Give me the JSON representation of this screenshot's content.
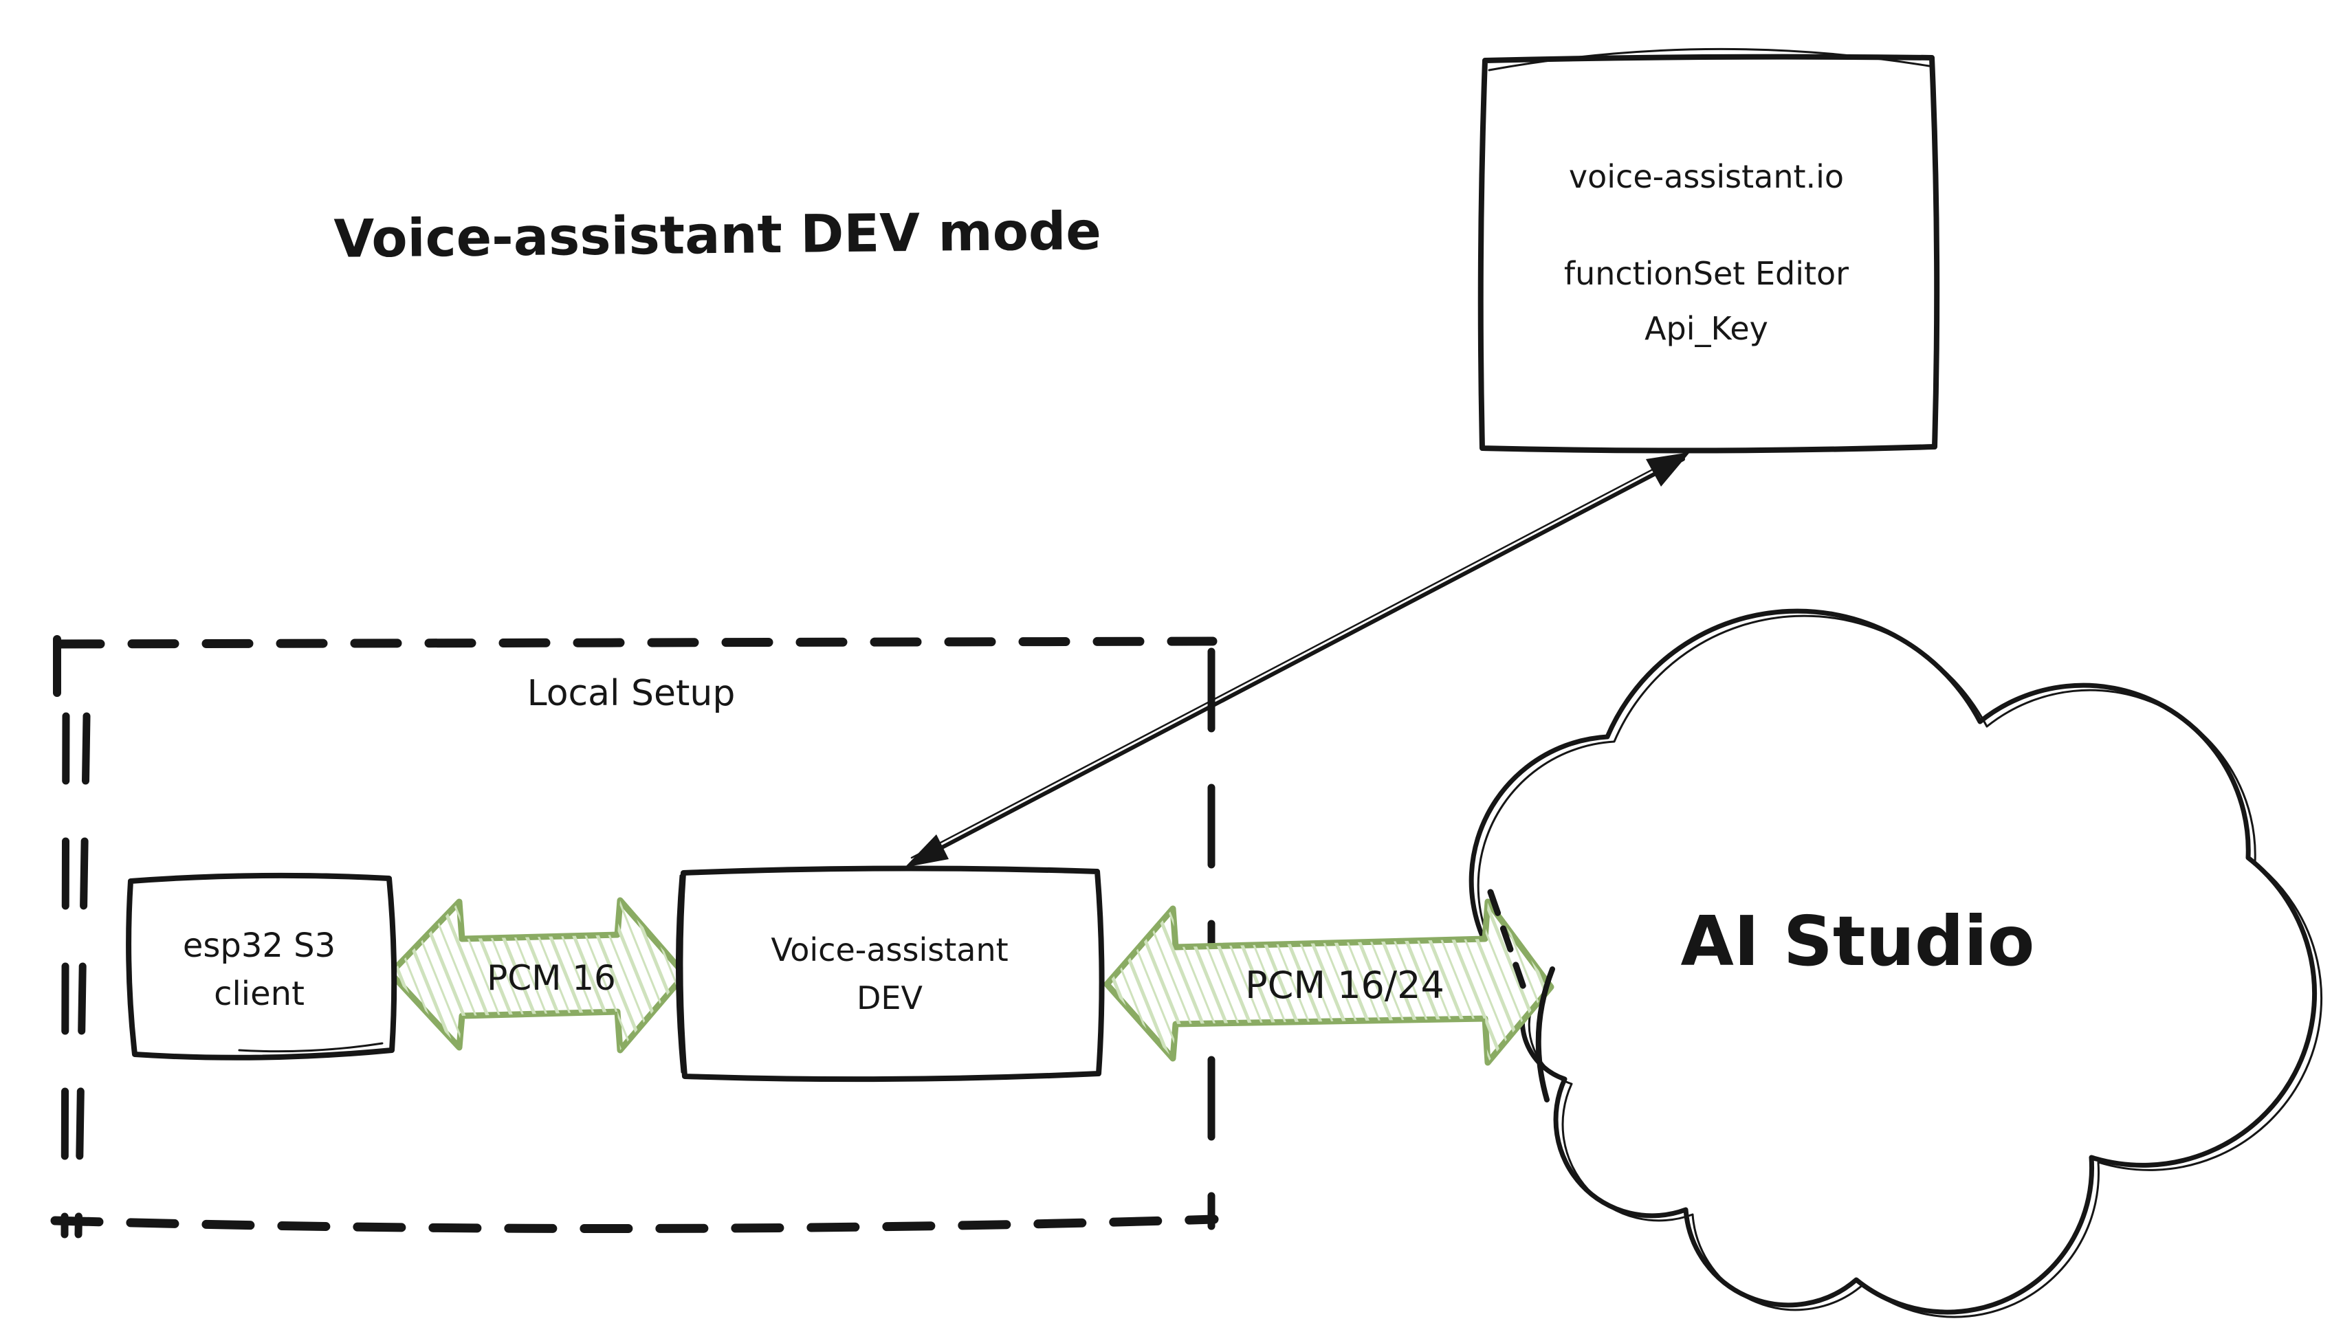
{
  "title": "Voice-assistant DEV mode",
  "colors": {
    "ink": "#161616",
    "arrow_green_outline": "#8aab63",
    "arrow_green_hatch": "#cfe2bd",
    "background": "#ffffff"
  },
  "boxes": {
    "portal": {
      "line1": "voice-assistant.io",
      "line2": "functionSet Editor",
      "line3": "Api_Key"
    },
    "esp32": {
      "line1": "esp32 S3",
      "line2": "client"
    },
    "dev": {
      "line1": "Voice-assistant",
      "line2": "DEV"
    }
  },
  "groups": {
    "local_setup": {
      "label": "Local Setup"
    }
  },
  "cloud": {
    "label": "AI Studio"
  },
  "connections": {
    "pcm16": {
      "label": "PCM 16",
      "type": "bidirectional-block-arrow"
    },
    "pcm1624": {
      "label": "PCM 16/24",
      "type": "bidirectional-block-arrow"
    },
    "dev_to_portal": {
      "type": "bidirectional-line-arrow"
    }
  }
}
